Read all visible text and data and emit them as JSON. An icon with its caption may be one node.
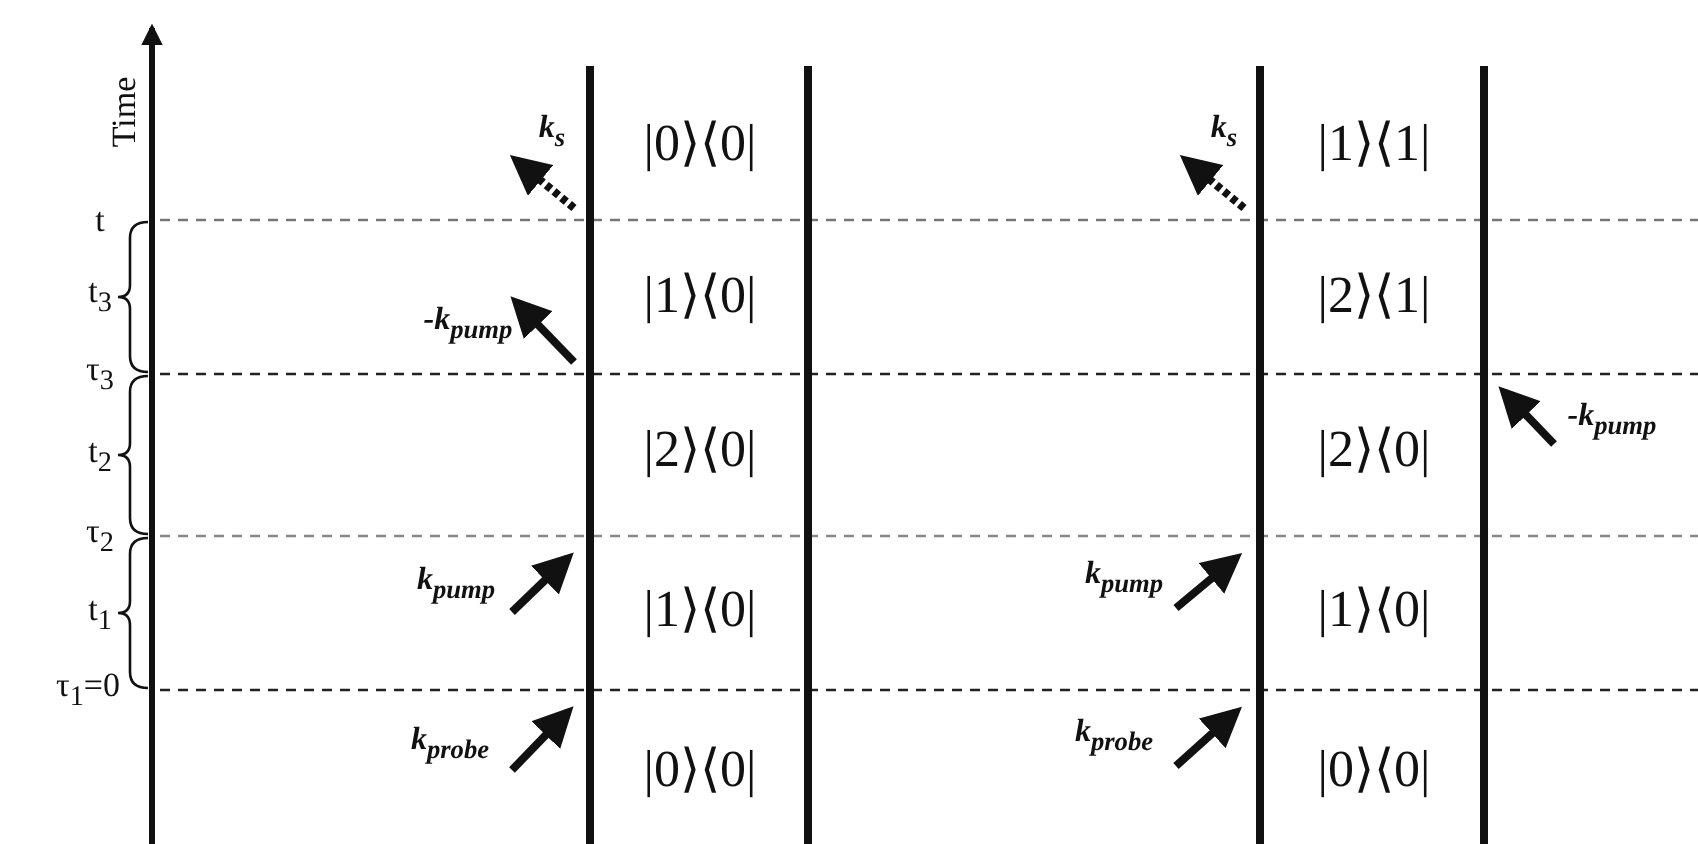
{
  "diagram": {
    "labels": [
      "Time",
      "k$_{s}$",
      "|0⟩⟨0|",
      "k$_{s}$",
      "|1⟩⟨1|",
      "t",
      "t$_{3}$",
      "-k$_{pump}$",
      "|1⟩⟨0|",
      "|2⟩⟨1|",
      "τ$_{3}$",
      "|2⟩⟨0|",
      "|2⟩⟨0|",
      "-k$_{pump}$",
      "t$_{2}$",
      "τ$_{2}$",
      "k$_{pump}$",
      "|1⟩⟨0|",
      "k$_{pump}$",
      "|1⟩⟨0|",
      "t$_{1}$",
      "τ$_{1}$=0",
      "k$_{probe}$",
      "|0⟩⟨0|",
      "k$_{probe}$",
      "|0⟩⟨0|"
    ]
  }
}
